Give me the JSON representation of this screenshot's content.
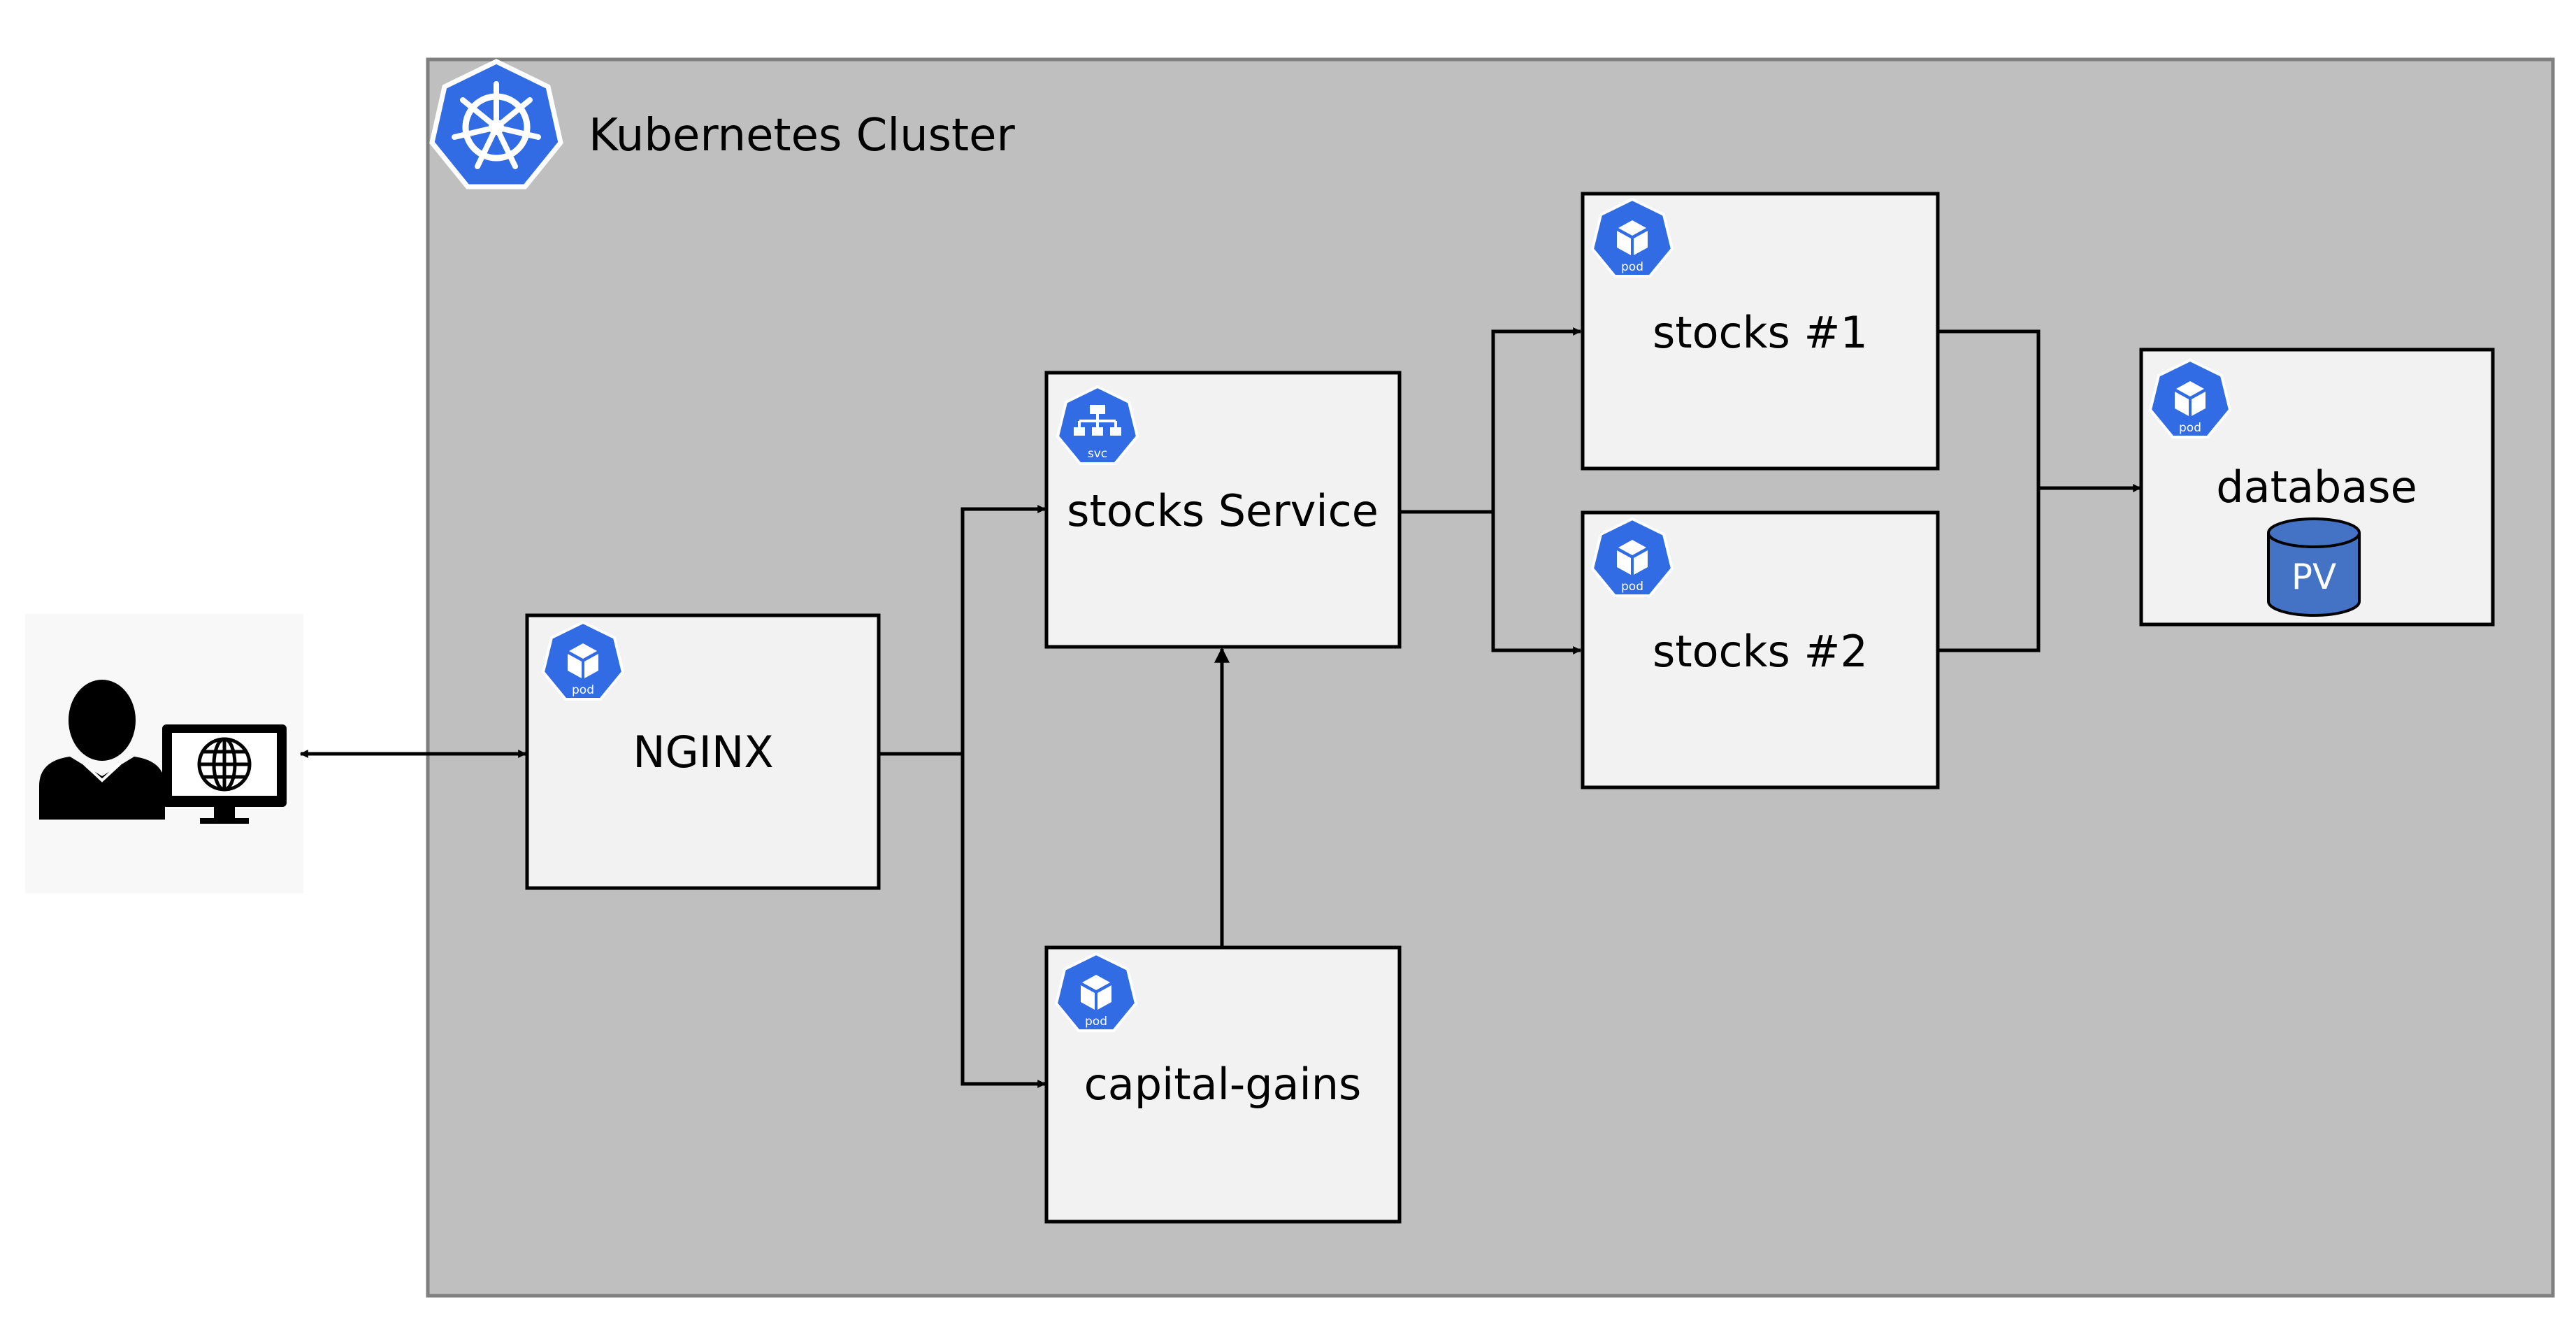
{
  "cluster": {
    "title": "Kubernetes Cluster"
  },
  "nodes": {
    "nginx": {
      "label": "NGINX",
      "icon_text": "pod"
    },
    "stocks_service": {
      "label": "stocks Service",
      "icon_text": "svc"
    },
    "capital_gains": {
      "label": "capital-gains",
      "icon_text": "pod"
    },
    "stocks1": {
      "label": "stocks #1",
      "icon_text": "pod"
    },
    "stocks2": {
      "label": "stocks #2",
      "icon_text": "pod"
    },
    "database": {
      "label": "database",
      "icon_text": "pod",
      "volume_label": "PV"
    }
  },
  "icons": {
    "cluster": "kubernetes-helm-icon",
    "user": "user-icon",
    "monitor": "monitor-globe-icon",
    "pod": "pod-cube-icon",
    "service": "service-network-icon",
    "volume": "cylinder-icon"
  },
  "colors": {
    "cluster_bg": "#bfbfbf",
    "cluster_border": "#7f7f7f",
    "box_bg": "#f2f2f2",
    "k8s_blue": "#326ce5",
    "pv_blue": "#4472c4"
  }
}
